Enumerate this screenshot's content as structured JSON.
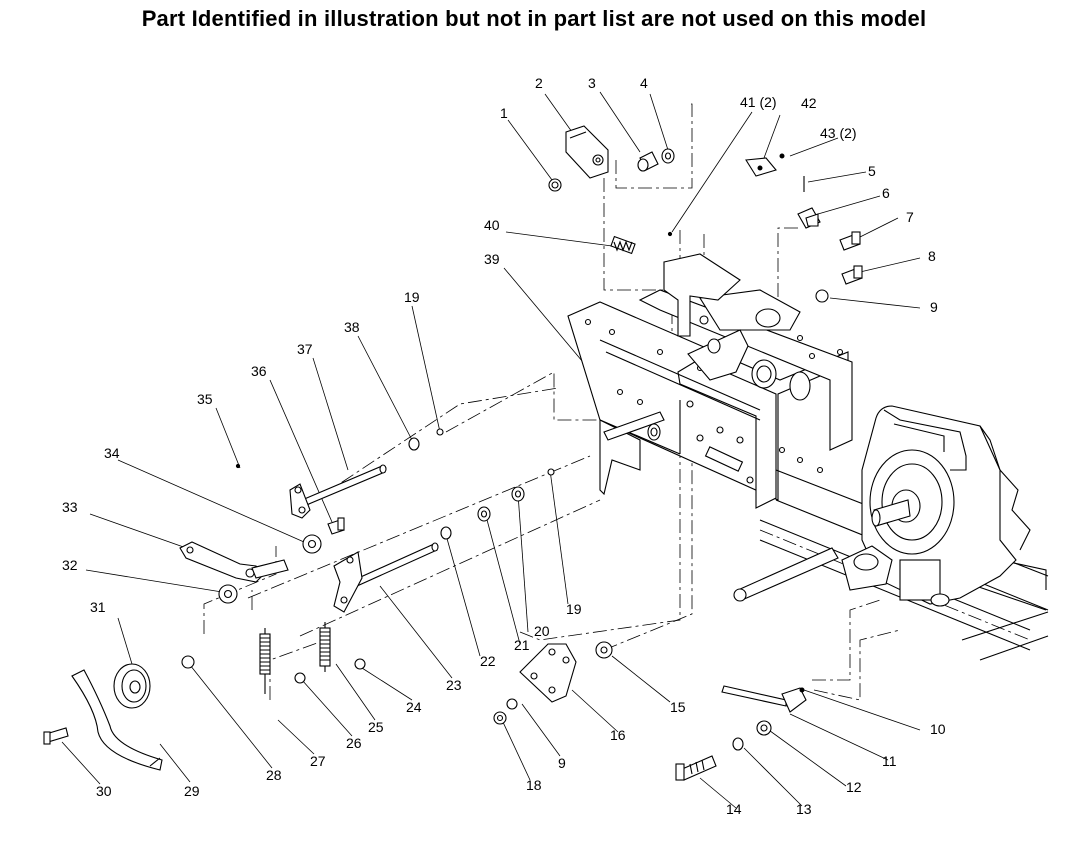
{
  "title": "Part Identified in illustration but not in part list are not used on this model",
  "callouts": [
    {
      "id": "c1",
      "text": "1"
    },
    {
      "id": "c2",
      "text": "2"
    },
    {
      "id": "c3",
      "text": "3"
    },
    {
      "id": "c4",
      "text": "4"
    },
    {
      "id": "c41",
      "text": "41 (2)"
    },
    {
      "id": "c42",
      "text": "42"
    },
    {
      "id": "c43",
      "text": "43 (2)"
    },
    {
      "id": "c5",
      "text": "5"
    },
    {
      "id": "c6",
      "text": "6"
    },
    {
      "id": "c7",
      "text": "7"
    },
    {
      "id": "c8",
      "text": "8"
    },
    {
      "id": "c9a",
      "text": "9"
    },
    {
      "id": "c40",
      "text": "40"
    },
    {
      "id": "c39",
      "text": "39"
    },
    {
      "id": "c19a",
      "text": "19"
    },
    {
      "id": "c38",
      "text": "38"
    },
    {
      "id": "c37",
      "text": "37"
    },
    {
      "id": "c36",
      "text": "36"
    },
    {
      "id": "c35",
      "text": "35"
    },
    {
      "id": "c34",
      "text": "34"
    },
    {
      "id": "c33",
      "text": "33"
    },
    {
      "id": "c32",
      "text": "32"
    },
    {
      "id": "c31",
      "text": "31"
    },
    {
      "id": "c19b",
      "text": "19"
    },
    {
      "id": "c20",
      "text": "20"
    },
    {
      "id": "c21",
      "text": "21"
    },
    {
      "id": "c22",
      "text": "22"
    },
    {
      "id": "c23",
      "text": "23"
    },
    {
      "id": "c24",
      "text": "24"
    },
    {
      "id": "c25",
      "text": "25"
    },
    {
      "id": "c26",
      "text": "26"
    },
    {
      "id": "c27",
      "text": "27"
    },
    {
      "id": "c28",
      "text": "28"
    },
    {
      "id": "c29",
      "text": "29"
    },
    {
      "id": "c30",
      "text": "30"
    },
    {
      "id": "c15",
      "text": "15"
    },
    {
      "id": "c16",
      "text": "16"
    },
    {
      "id": "c9b",
      "text": "9"
    },
    {
      "id": "c18",
      "text": "18"
    },
    {
      "id": "c10",
      "text": "10"
    },
    {
      "id": "c11",
      "text": "11"
    },
    {
      "id": "c12",
      "text": "12"
    },
    {
      "id": "c13",
      "text": "13"
    },
    {
      "id": "c14",
      "text": "14"
    }
  ]
}
